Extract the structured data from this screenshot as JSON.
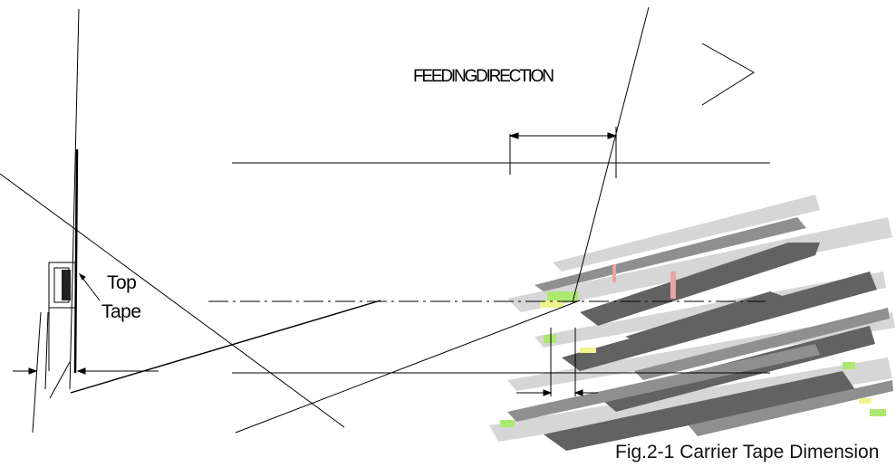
{
  "labels": {
    "feeding_direction": "FEEDINGDIRECTION",
    "top_tape_line1": "Top",
    "top_tape_line2": "Tape",
    "caption": "Fig.2-1 Carrier Tape Dimension"
  },
  "colors": {
    "line": "#000000",
    "smear_dark": "#4a4a4a",
    "smear_light": "#c8c8c8",
    "smear_green": "#a8e86a",
    "smear_yellow": "#f2f28a"
  }
}
